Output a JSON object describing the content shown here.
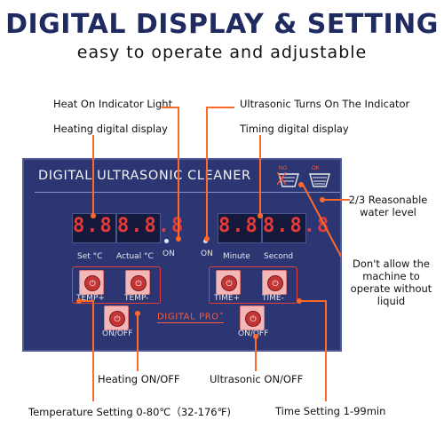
{
  "header": {
    "headline": "DIGITAL DISPLAY & SETTING",
    "subline": "easy to operate and adjustable"
  },
  "callouts": {
    "heat_on": "Heat On Indicator Light",
    "heating_display": "Heating digital display",
    "ultrasonic_on": "Ultrasonic Turns On The Indicator",
    "timing_display": "Timing digital display",
    "water_level": "2/3 Reasonable water level",
    "no_liquid": "Don't allow the machine to operate without liquid",
    "heating_onoff": "Heating ON/OFF",
    "ultrasonic_onoff": "Ultrasonic ON/OFF",
    "temp_setting": "Temperature Setting 0-80℃（32-176℉)",
    "time_setting": "Time Setting 1-99min"
  },
  "panel": {
    "title": "DIGITAL ULTRASONIC CLEANER",
    "icon_no": "NO",
    "icon_ok": "OK",
    "left_display": {
      "digits_a": "8.8.8",
      "digits_b": "8.8.8",
      "label_set": "Set  °C",
      "label_actual": "Actual °C",
      "on_label": "ON"
    },
    "right_display": {
      "digits_a": "8.8.8",
      "digits_b": "8.8.8",
      "label_minute": "Minute",
      "label_second": "Second",
      "on_label": "ON"
    },
    "buttons": {
      "temp_plus": "TEMP+",
      "temp_minus": "TEMP-",
      "time_plus": "TIME+",
      "time_minus": "TIME-",
      "heat_onoff": "ON/OFF",
      "ultra_onoff": "ON/OFF"
    },
    "brand": "DIGITAL PRO",
    "brand_sup": "+"
  },
  "colors": {
    "panel": "#2c3673",
    "accent": "#ff6a2a",
    "digit": "#e33a3a",
    "headline": "#1f2a60"
  }
}
